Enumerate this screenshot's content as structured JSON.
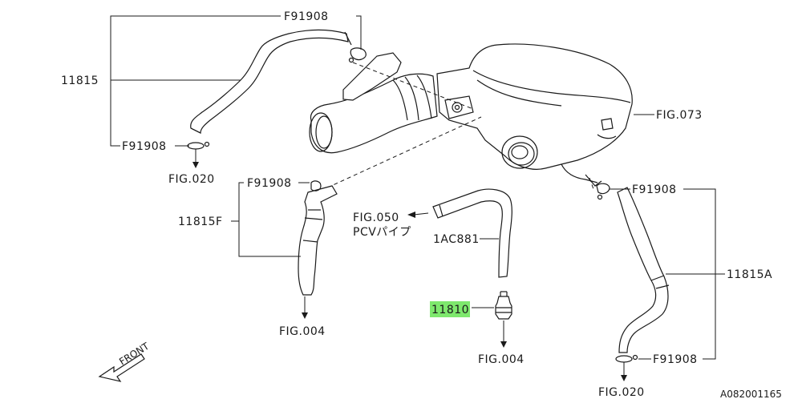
{
  "labels": {
    "f91908_top": "F91908",
    "p11815": "11815",
    "f91908_left": "F91908",
    "fig020_left": "FIG.020",
    "fig073": "FIG.073",
    "f91908_mid": "F91908",
    "p11815f": "11815F",
    "fig004_left": "FIG.004",
    "fig050": "FIG.050",
    "pcv_pipe": "PCVパイプ",
    "p1ac881": "1AC881",
    "p11810": "11810",
    "fig004_center": "FIG.004",
    "f91908_right": "F91908",
    "p11815a": "11815A",
    "f91908_bottom_right": "F91908",
    "fig020_right": "FIG.020",
    "front": "FRONT",
    "diagram_id": "A082001165"
  },
  "colors": {
    "ink": "#1a1a1a",
    "highlight": "#7ee86d"
  }
}
